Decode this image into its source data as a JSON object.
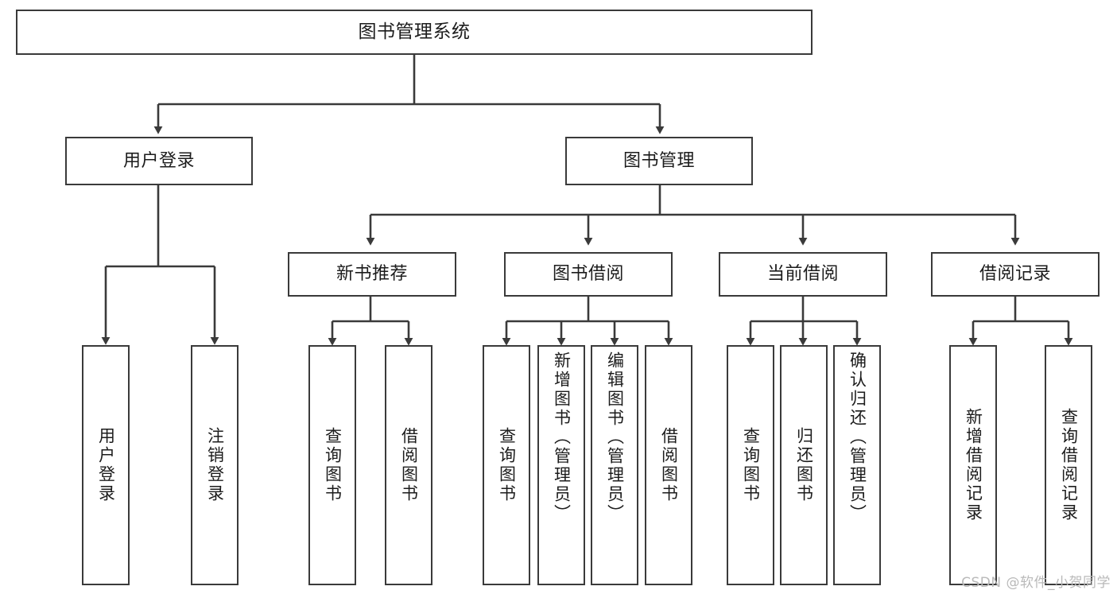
{
  "diagram": {
    "title": "图书管理系统",
    "type": "tree-hierarchy-diagram",
    "theme": {
      "background": "#ffffff",
      "box_border": "#3a3a3a",
      "box_fill": "#ffffff",
      "text": "#1c1c1c",
      "connector": "#3a3a3a",
      "watermark_text": "#b9b9b9"
    },
    "root": {
      "id": "root",
      "label": "图书管理系统"
    },
    "level1": [
      {
        "id": "user-login",
        "label": "用户登录"
      },
      {
        "id": "book-manage",
        "label": "图书管理"
      }
    ],
    "level2": [
      {
        "id": "new-book-recommend",
        "label": "新书推荐",
        "parent": "book-manage"
      },
      {
        "id": "book-borrow",
        "label": "图书借阅",
        "parent": "book-manage"
      },
      {
        "id": "current-borrow",
        "label": "当前借阅",
        "parent": "book-manage"
      },
      {
        "id": "borrow-record",
        "label": "借阅记录",
        "parent": "book-manage"
      }
    ],
    "leaves": [
      {
        "id": "leaf-user-login",
        "label": "用户登录",
        "parent": "user-login"
      },
      {
        "id": "leaf-user-logout",
        "label": "注销登录",
        "parent": "user-login"
      },
      {
        "id": "leaf-query-book-rec",
        "label": "查询图书",
        "parent": "new-book-recommend"
      },
      {
        "id": "leaf-borrow-book-rec",
        "label": "借阅图书",
        "parent": "new-book-recommend"
      },
      {
        "id": "leaf-query-book-borrow",
        "label": "查询图书",
        "parent": "book-borrow"
      },
      {
        "id": "leaf-add-book",
        "label": "新增图书（管理员）",
        "parent": "book-borrow"
      },
      {
        "id": "leaf-edit-book",
        "label": "编辑图书（管理员）",
        "parent": "book-borrow"
      },
      {
        "id": "leaf-borrow-book",
        "label": "借阅图书",
        "parent": "book-borrow"
      },
      {
        "id": "leaf-query-book-current",
        "label": "查询图书",
        "parent": "current-borrow"
      },
      {
        "id": "leaf-return-book",
        "label": "归还图书",
        "parent": "current-borrow"
      },
      {
        "id": "leaf-confirm-return",
        "label": "确认归还（管理员）",
        "parent": "current-borrow"
      },
      {
        "id": "leaf-add-record",
        "label": "新增借阅记录",
        "parent": "borrow-record"
      },
      {
        "id": "leaf-query-record",
        "label": "查询借阅记录",
        "parent": "borrow-record"
      }
    ],
    "watermark": "CSDN @软件_小贺同学"
  }
}
